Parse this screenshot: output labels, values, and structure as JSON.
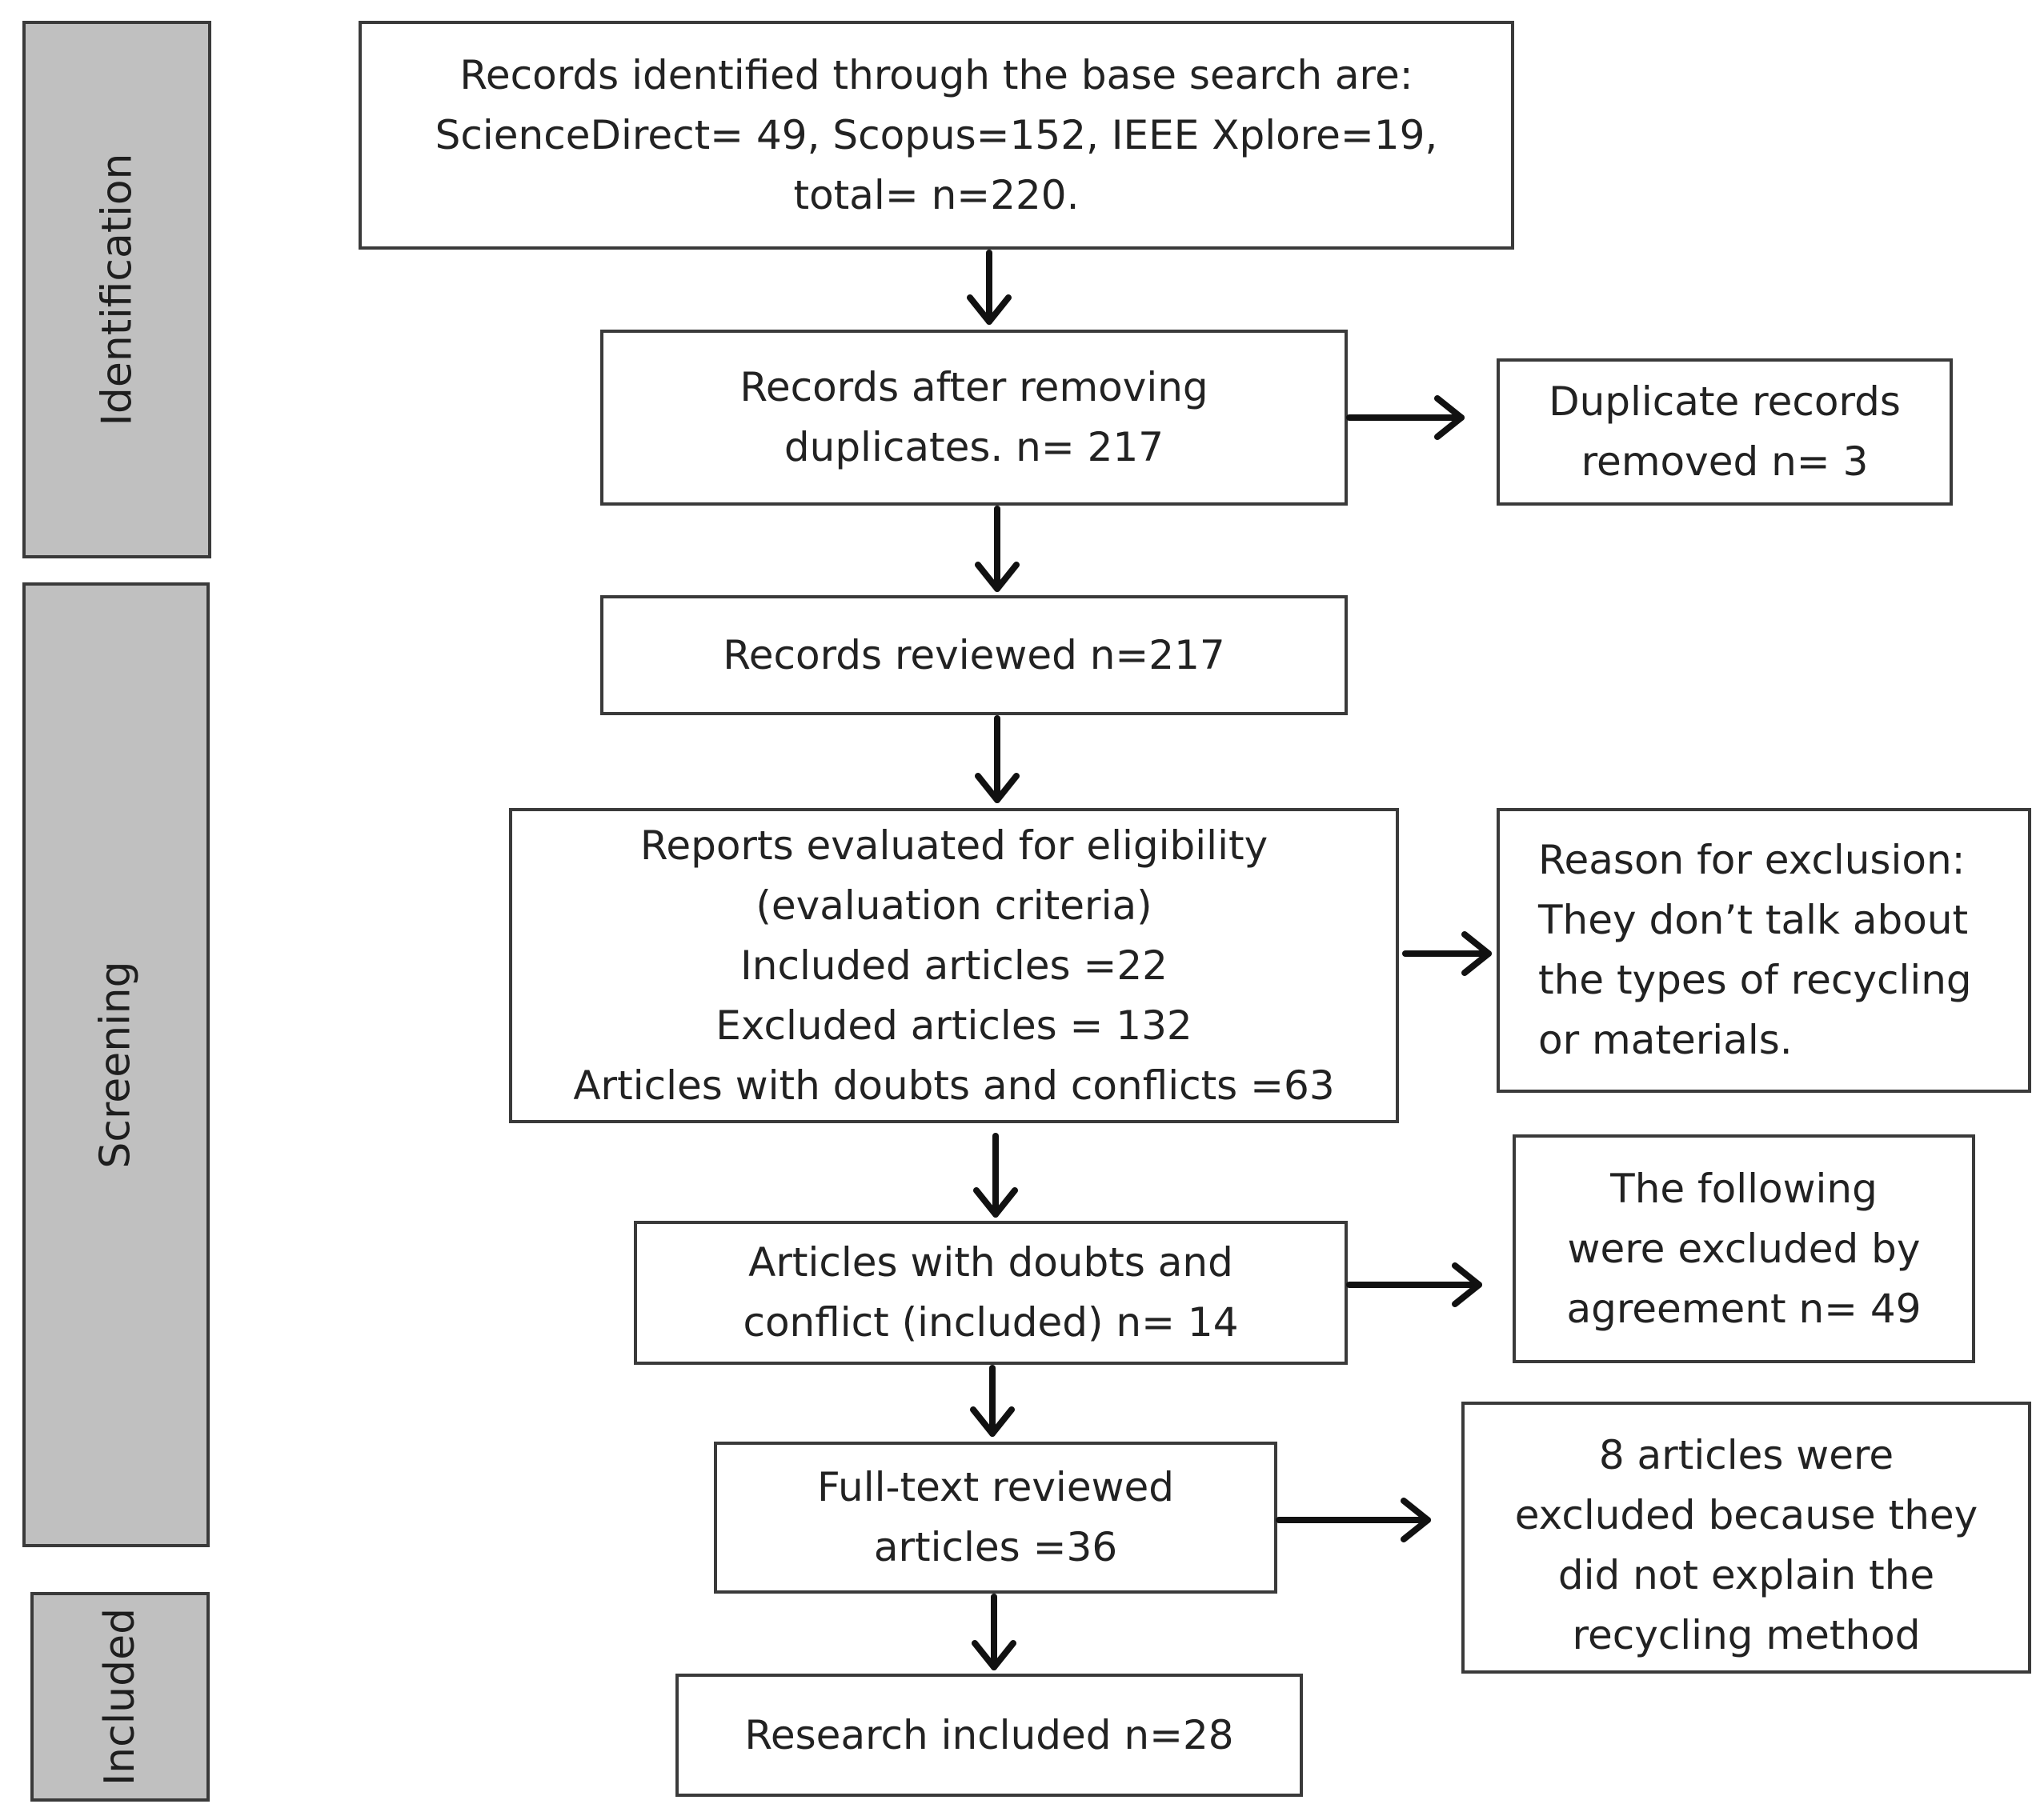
{
  "phases": {
    "identification": "Identification",
    "screening": "Screening",
    "included": "Included"
  },
  "boxes": {
    "b1": [
      "Records identified through the base search are:",
      "ScienceDirect= 49, Scopus=152, IEEE Xplore=19,",
      "total= n=220."
    ],
    "b2": [
      "Records after removing",
      "duplicates. n= 217"
    ],
    "b3": [
      "Duplicate records",
      "removed n= 3"
    ],
    "b4": [
      "Records reviewed n=217"
    ],
    "b5": [
      "Reports evaluated for eligibility",
      "(evaluation criteria)",
      "Included articles =22",
      "Excluded articles = 132",
      "Articles with doubts and conflicts =63"
    ],
    "b6": [
      "Reason for exclusion:",
      "They don’t talk about",
      "the types of recycling",
      "or materials."
    ],
    "b7": [
      "Articles with doubts and",
      "conflict (included) n= 14"
    ],
    "b8": [
      "The following",
      "were excluded by",
      "agreement n= 49"
    ],
    "b9": [
      "Full-text reviewed",
      "articles =36"
    ],
    "b10": [
      "8 articles were",
      "excluded because they",
      "did not explain the",
      "recycling method"
    ],
    "b11": [
      "Research included n=28"
    ]
  }
}
